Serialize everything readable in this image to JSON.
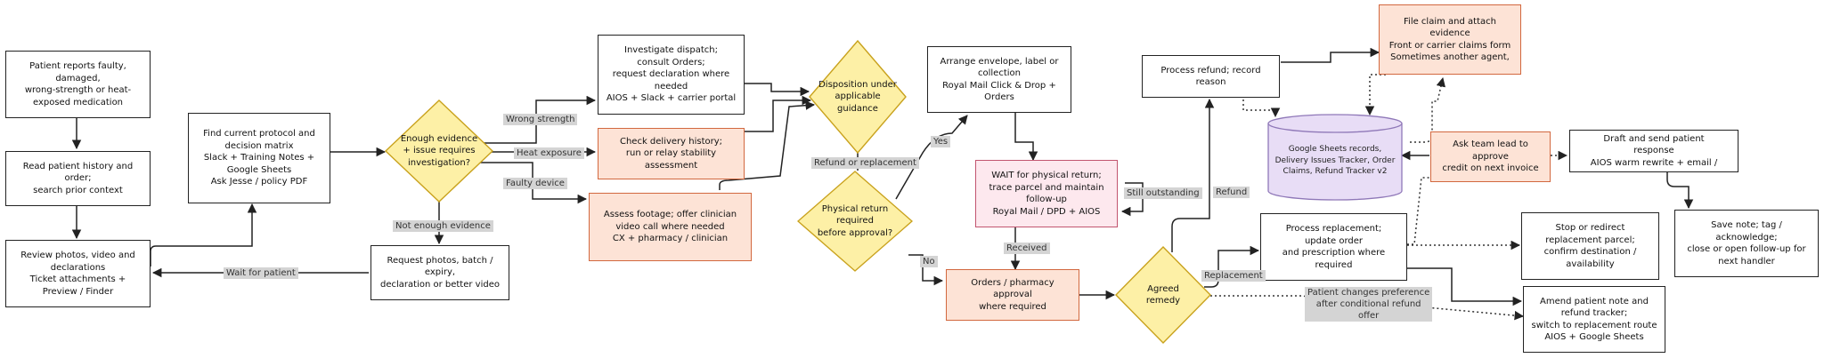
{
  "nodes": {
    "patient_reports": "Patient reports faulty,\ndamaged,\nwrong-strength or heat-\nexposed medication",
    "read_history": "Read patient history and\norder;\nsearch prior context",
    "review_photos": "Review photos, video and\ndeclarations\nTicket attachments +\nPreview / Finder",
    "find_protocol": "Find current protocol and\ndecision matrix\nSlack + Training Notes +\nGoogle Sheets\nAsk Jesse / policy PDF",
    "enough_evidence": "Enough evidence\n+ issue requires\ninvestigation?",
    "request_photos": "Request photos, batch /\nexpiry,\ndeclaration or better video",
    "investigate_dispatch": "Investigate dispatch;\nconsult Orders;\nrequest declaration where\nneeded\nAIOS + Slack + carrier portal",
    "check_delivery": "Check delivery history;\nrun or relay stability\nassessment",
    "assess_footage": "Assess footage; offer clinician\nvideo call where needed\nCX + pharmacy / clinician",
    "disposition": "Disposition under\napplicable\nguidance",
    "physical_return": "Physical return\nrequired\nbefore approval?",
    "arrange_envelope": "Arrange envelope, label or\ncollection\nRoyal Mail Click & Drop +\nOrders",
    "wait_return": "WAIT for physical return;\ntrace parcel and maintain\nfollow-up\nRoyal Mail / DPD + AIOS",
    "orders_pharmacy": "Orders / pharmacy\napproval\nwhere required",
    "agreed_remedy": "Agreed\nremedy",
    "process_refund": "Process refund; record\nreason",
    "file_claim": "File claim and attach\nevidence\nFront or carrier claims form\nSometimes another agent,",
    "google_sheets": "Google Sheets records,\nDelivery Issues Tracker, Order\nClaims, Refund Tracker v2",
    "ask_team_lead": "Ask team lead to\napprove\ncredit on next invoice",
    "draft_response": "Draft and send patient\nresponse\nAIOS warm rewrite + email /",
    "process_replacement": "Process replacement;\nupdate order\nand prescription where\nrequired",
    "stop_redirect": "Stop or redirect\nreplacement parcel;\nconfirm destination /\navailability",
    "save_note": "Save note; tag /\nacknowledge;\nclose or open follow-up for\nnext handler",
    "amend_note": "Amend patient note and\nrefund tracker;\nswitch to replacement route\nAIOS + Google Sheets"
  },
  "edge_labels": {
    "wrong_strength": "Wrong strength",
    "heat_exposure": "Heat exposure",
    "faulty_device": "Faulty device",
    "not_enough": "Not enough evidence",
    "wait_patient": "Wait for patient",
    "refund_or_replacement": "Refund or replacement",
    "yes": "Yes",
    "no": "No",
    "still_outstanding": "Still outstanding",
    "received": "Received",
    "refund": "Refund",
    "replacement": "Replacement",
    "patient_changes": "Patient changes preference\nafter conditional refund\noffer"
  },
  "colors": {
    "stroke": "#222222",
    "decision_fill": "#fdf0a6",
    "decision_stroke": "#c9a21d",
    "action_fill": "#fde3d6",
    "action_stroke": "#d2683f",
    "wait_fill": "#fde8ee",
    "wait_stroke": "#c2556f",
    "store_fill": "#e8ddf6",
    "store_stroke": "#8f78b8",
    "label_bg": "#d4d4d4"
  }
}
